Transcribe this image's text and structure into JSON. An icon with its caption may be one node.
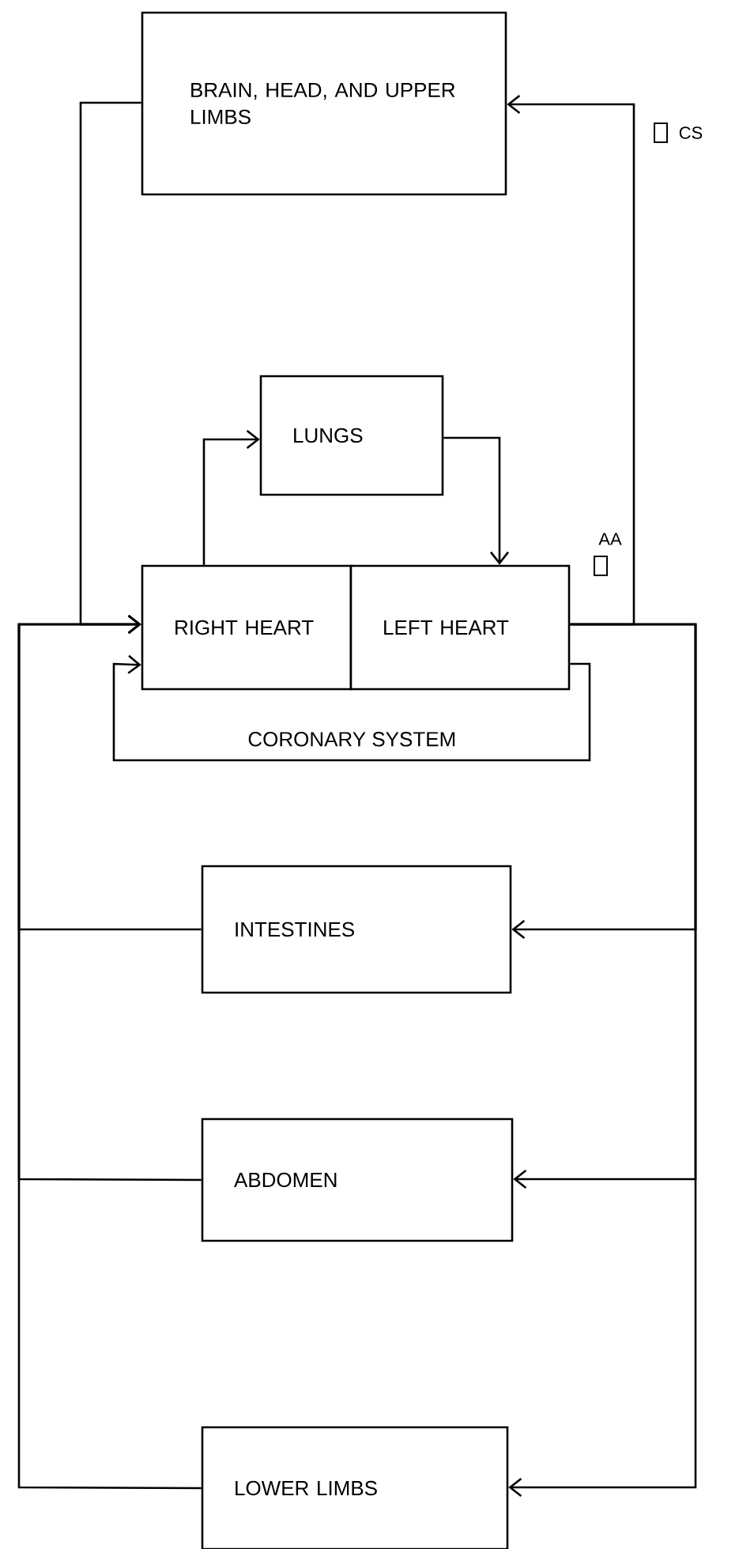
{
  "diagram": {
    "nodes": [
      {
        "text": [
          "BRAIN, HEAD, AND UPPER LIMBS"
        ]
      },
      {
        "text": [
          "LUNGS"
        ]
      },
      {
        "text": [
          "RIGHT HEART"
        ]
      },
      {
        "text": [
          "LEFT HEART"
        ]
      },
      {
        "text": [
          "INTESTINES"
        ]
      },
      {
        "text": [
          "ABDOMEN"
        ]
      },
      {
        "text": [
          "LOWER LIMBS"
        ]
      }
    ],
    "edges": [
      {
        "from": 0,
        "to": 2,
        "arrow": "to"
      },
      {
        "from": 4,
        "to": 2,
        "arrow": "to"
      },
      {
        "from": 5,
        "to": 2,
        "arrow": "to"
      },
      {
        "from": 6,
        "to": 2,
        "arrow": "to"
      },
      {
        "from": 2,
        "to": 1,
        "arrow": "to"
      },
      {
        "from": 1,
        "to": 3,
        "arrow": "to"
      },
      {
        "from": 3,
        "to": 0,
        "arrow": "to"
      },
      {
        "from": 3,
        "to": 4,
        "arrow": "to"
      },
      {
        "from": 3,
        "to": 5,
        "arrow": "to"
      },
      {
        "from": 3,
        "to": 6,
        "arrow": "to"
      },
      {
        "from": 3,
        "to": 2,
        "arrow": "to",
        "label": "CORONARY SYSTEM"
      }
    ],
    "labels": [
      "CS",
      "AA"
    ]
  }
}
